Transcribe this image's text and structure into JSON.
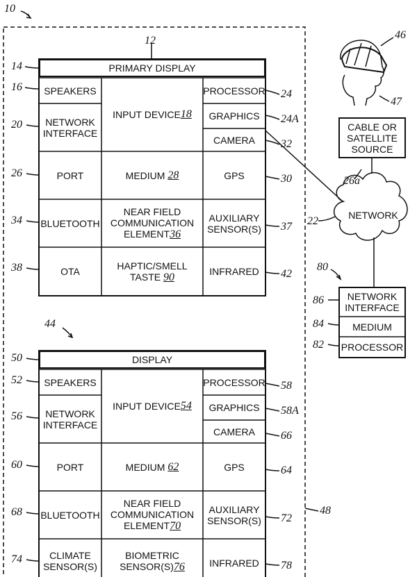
{
  "refs": {
    "system": "10",
    "primary_device": "12",
    "primary_display": "14",
    "speakers1": "16",
    "input_device1": "18",
    "network_interface1": "20",
    "network": "22",
    "processor1": "24",
    "graphics1": "24A",
    "port1": "26",
    "cable_source": "26a",
    "medium1": "28",
    "gps1": "30",
    "camera1": "32",
    "bluetooth1": "34",
    "nfc1": "36",
    "aux1": "37",
    "ota": "38",
    "infrared1": "42",
    "second_device": "44",
    "headset": "46",
    "headset_user": "47",
    "second_device_frame": "48",
    "display2": "50",
    "speakers2": "52",
    "input_device2": "54",
    "network_interface2": "56",
    "processor2": "58",
    "graphics2": "58A",
    "port2": "60",
    "medium2": "62",
    "gps2": "64",
    "camera2": "66",
    "bluetooth2": "68",
    "nfc2": "70",
    "aux2": "72",
    "climate": "74",
    "biometric": "76",
    "infrared2": "78",
    "server": "80",
    "server_processor": "82",
    "server_medium": "84",
    "server_network_interface": "86",
    "haptic": "90"
  },
  "labels": {
    "primary_display": "PRIMARY DISPLAY",
    "display": "DISPLAY",
    "speakers": "SPEAKERS",
    "network_interface_l1": "NETWORK",
    "network_interface_l2": "INTERFACE",
    "input_device": "INPUT DEVICE",
    "processor": "PROCESSOR",
    "graphics": "GRAPHICS",
    "camera": "CAMERA",
    "port": "PORT",
    "medium": "MEDIUM",
    "gps": "GPS",
    "bluetooth": "BLUETOOTH",
    "nfc_l1": "NEAR FIELD",
    "nfc_l2": "COMMUNICATION",
    "nfc_l3": "ELEMENT",
    "aux_l1": "AUXILIARY",
    "aux_l2": "SENSOR(S)",
    "ota": "OTA",
    "haptic_l1": "HAPTIC/SMELL",
    "haptic_l2": "TASTE",
    "infrared": "INFRARED",
    "climate_l1": "CLIMATE",
    "climate_l2": "SENSOR(S)",
    "biometric_l1": "BIOMETRIC",
    "biometric_l2": "SENSOR(S)",
    "cable_l1": "CABLE OR",
    "cable_l2": "SATELLITE",
    "cable_l3": "SOURCE",
    "network": "NETWORK",
    "server_network_interface_l1": "NETWORK",
    "server_network_interface_l2": "INTERFACE",
    "server_medium": "MEDIUM",
    "server_processor": "PROCESSOR"
  }
}
